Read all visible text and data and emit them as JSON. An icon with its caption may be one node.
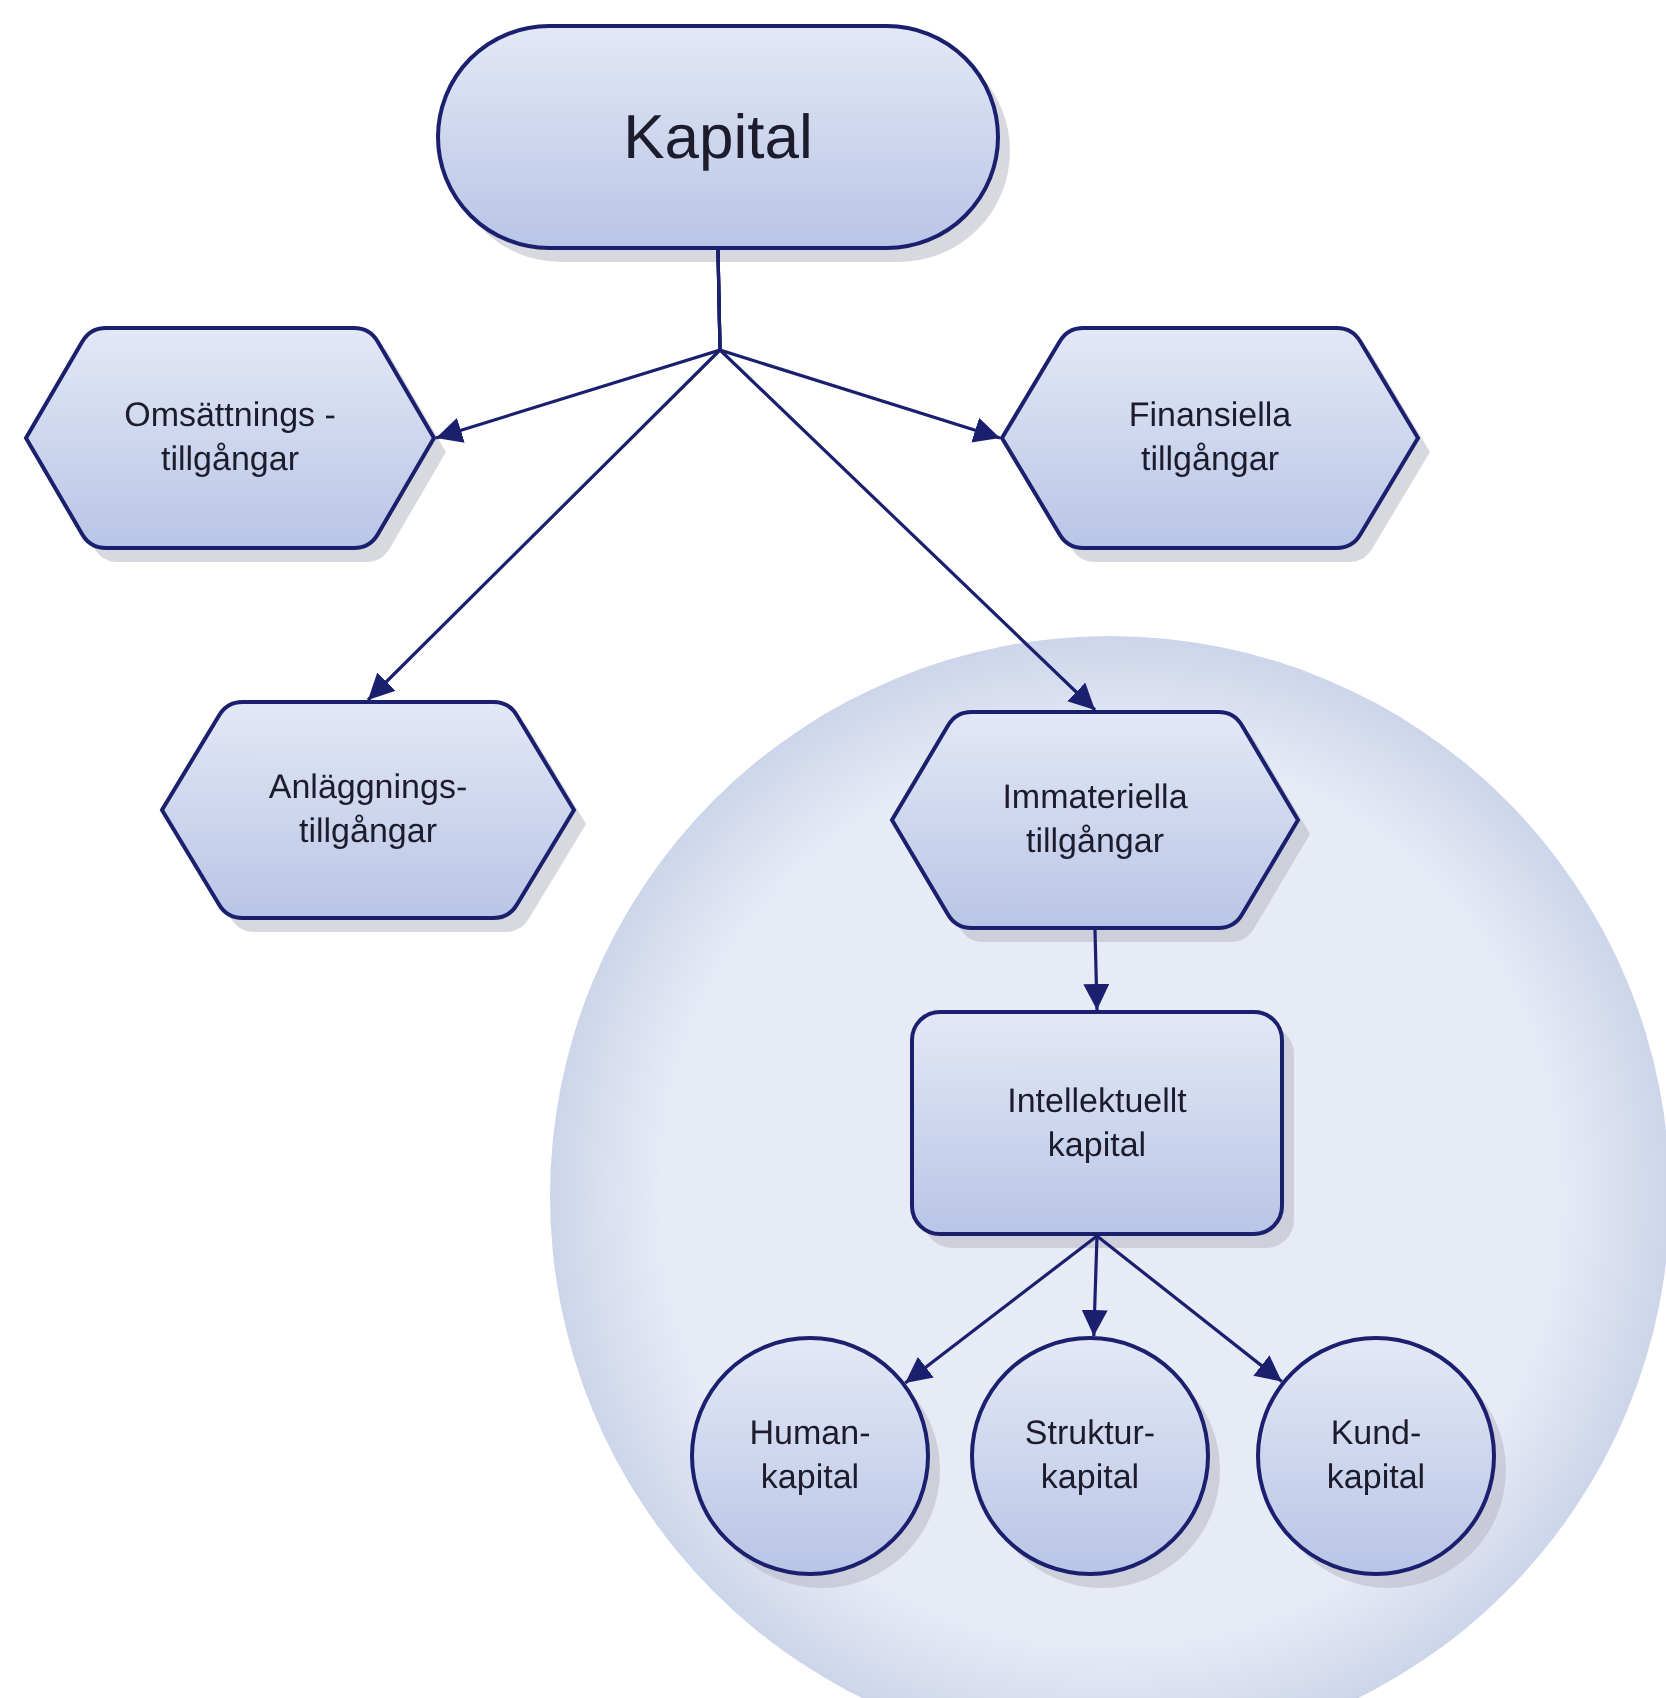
{
  "diagram": {
    "nodes": [
      {
        "text": [
          "Kapital"
        ]
      },
      {
        "text": [
          "Omsättnings -tillgångar"
        ]
      },
      {
        "text": [
          "Finansiella tillgångar"
        ]
      },
      {
        "text": [
          "Anläggnings- tillgångar"
        ]
      },
      {
        "text": [],
        "shape": "circle"
      },
      {
        "text": [
          "Immateriella tillgångar"
        ],
        "in": 4
      },
      {
        "text": [
          "Intellektuellt kapital"
        ],
        "in": 4
      },
      {
        "text": [
          "Human- kapital"
        ],
        "in": 4
      },
      {
        "text": [
          "Struktur- kapital"
        ],
        "in": 4
      },
      {
        "text": [
          "Kund- kapital"
        ],
        "in": 4
      }
    ],
    "edges": [
      {
        "from": 0,
        "to": 1,
        "arrow": "to"
      },
      {
        "from": 0,
        "to": 2,
        "arrow": "to"
      },
      {
        "from": 0,
        "to": 3,
        "arrow": "to"
      },
      {
        "from": 0,
        "to": 5,
        "arrow": "to"
      },
      {
        "from": 5,
        "to": 6,
        "arrow": "to"
      },
      {
        "from": 6,
        "to": 7,
        "arrow": "to"
      },
      {
        "from": 6,
        "to": 8,
        "arrow": "to"
      },
      {
        "from": 6,
        "to": 9,
        "arrow": "to"
      }
    ]
  }
}
